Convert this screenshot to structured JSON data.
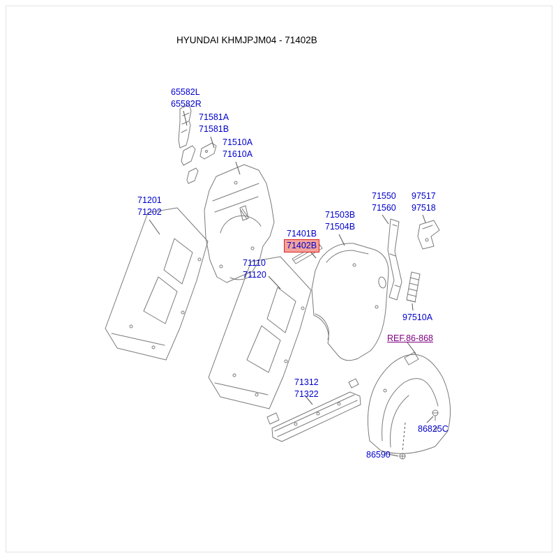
{
  "title": "HYUNDAI KHMJPJM04 - 71402B",
  "colors": {
    "label": "#0000cc",
    "ref": "#800080",
    "highlight_bg": "#f2a29a",
    "highlight_border": "#dd2222",
    "line": "#7a7a7a",
    "leader": "#555555"
  },
  "labels": [
    {
      "id": "65582",
      "lines": [
        "65582L",
        "65582R"
      ]
    },
    {
      "id": "71581",
      "lines": [
        "71581A",
        "71581B"
      ]
    },
    {
      "id": "71510",
      "lines": [
        "71510A",
        "71610A"
      ]
    },
    {
      "id": "71201",
      "lines": [
        "71201",
        "71202"
      ]
    },
    {
      "id": "71550",
      "lines": [
        "71550",
        "71560"
      ]
    },
    {
      "id": "97517",
      "lines": [
        "97517",
        "97518"
      ]
    },
    {
      "id": "71503",
      "lines": [
        "71503B",
        "71504B"
      ]
    },
    {
      "id": "71401B",
      "lines": [
        "71401B"
      ]
    },
    {
      "id": "71402B",
      "lines": [
        "71402B"
      ],
      "highlighted": true
    },
    {
      "id": "71110",
      "lines": [
        "71110",
        "71120"
      ]
    },
    {
      "id": "97510A",
      "lines": [
        "97510A"
      ]
    },
    {
      "id": "71312",
      "lines": [
        "71312",
        "71322"
      ]
    },
    {
      "id": "86825C",
      "lines": [
        "86825C"
      ]
    },
    {
      "id": "86590",
      "lines": [
        "86590"
      ]
    }
  ],
  "ref_label": {
    "text": "REF.86-868"
  }
}
